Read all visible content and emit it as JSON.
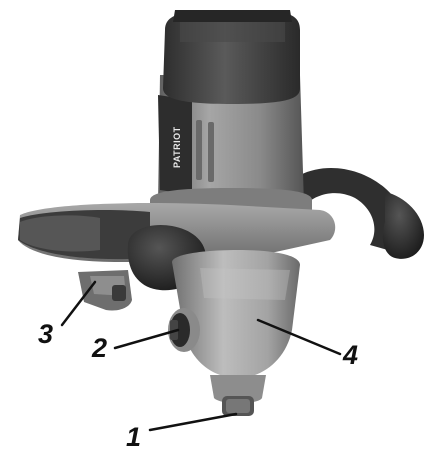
{
  "figure": {
    "brand_label": "PATRIOT",
    "callouts": [
      {
        "id": "1",
        "label": "1"
      },
      {
        "id": "2",
        "label": "2"
      },
      {
        "id": "3",
        "label": "3"
      },
      {
        "id": "4",
        "label": "4"
      }
    ]
  },
  "colors": {
    "housing_light": "#9a9a9a",
    "housing_mid": "#7c7c7c",
    "housing_dark": "#3a3a3a",
    "grip_black": "#2b2b2b",
    "leader_line": "#111111"
  }
}
